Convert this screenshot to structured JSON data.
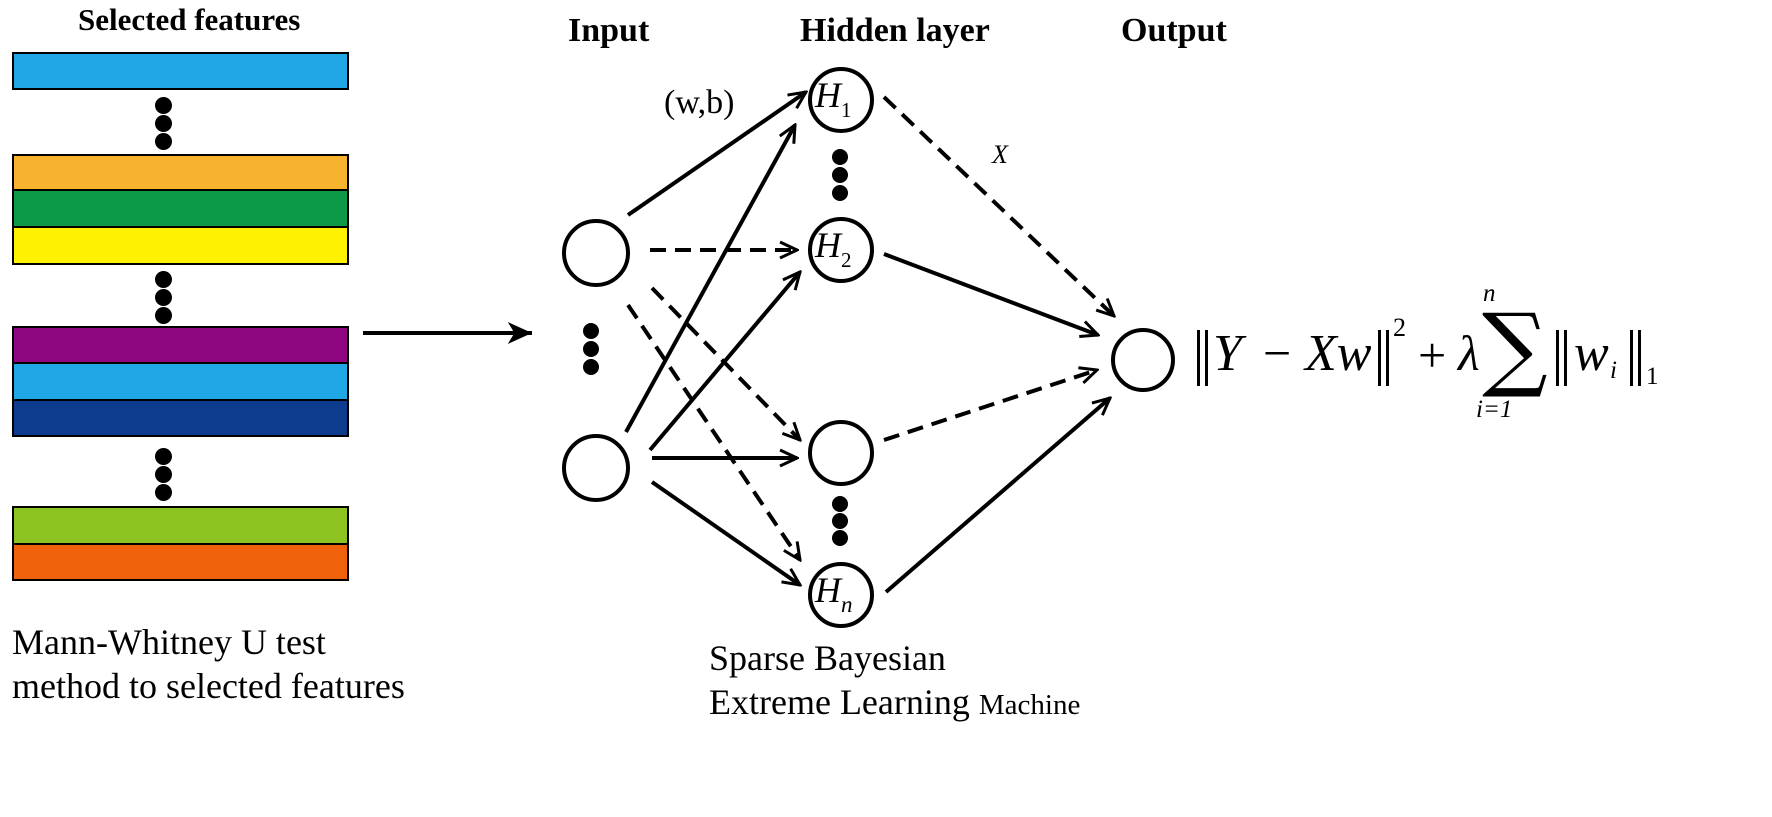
{
  "features": {
    "title": "Selected features",
    "bars": [
      {
        "color": "#22a7e6"
      },
      {
        "color": "#f7b22e"
      },
      {
        "color": "#0d9a46"
      },
      {
        "color": "#fff200"
      },
      {
        "color": "#8f0780"
      },
      {
        "color": "#20a8e6"
      },
      {
        "color": "#0d3c8e"
      },
      {
        "color": "#8cc320"
      },
      {
        "color": "#ef620b"
      }
    ],
    "caption_line1": "Mann-Whitney U test",
    "caption_line2": "method to selected  features"
  },
  "network": {
    "input_label": "Input",
    "hidden_label": "Hidden layer",
    "output_label": "Output",
    "weight_label": "(w,b)",
    "x_label": "X",
    "hidden_nodes": {
      "h1": {
        "letter": "H",
        "sub": "1"
      },
      "h2": {
        "letter": "H",
        "sub": "2"
      },
      "hn": {
        "letter": "H",
        "sub": "n"
      }
    },
    "caption_line1": "Sparse Bayesian",
    "caption_line2_main": "Extreme Learning",
    "caption_line2_small": "Machine"
  },
  "formula": {
    "y": "Y",
    "minus": "−",
    "xw": "Xw",
    "sq": "2",
    "plus": "+",
    "lambda": "λ",
    "sum": "∑",
    "sum_upper": "n",
    "sum_lower": "i=1",
    "w": "w",
    "w_sub": "i",
    "norm_sub": "1"
  }
}
